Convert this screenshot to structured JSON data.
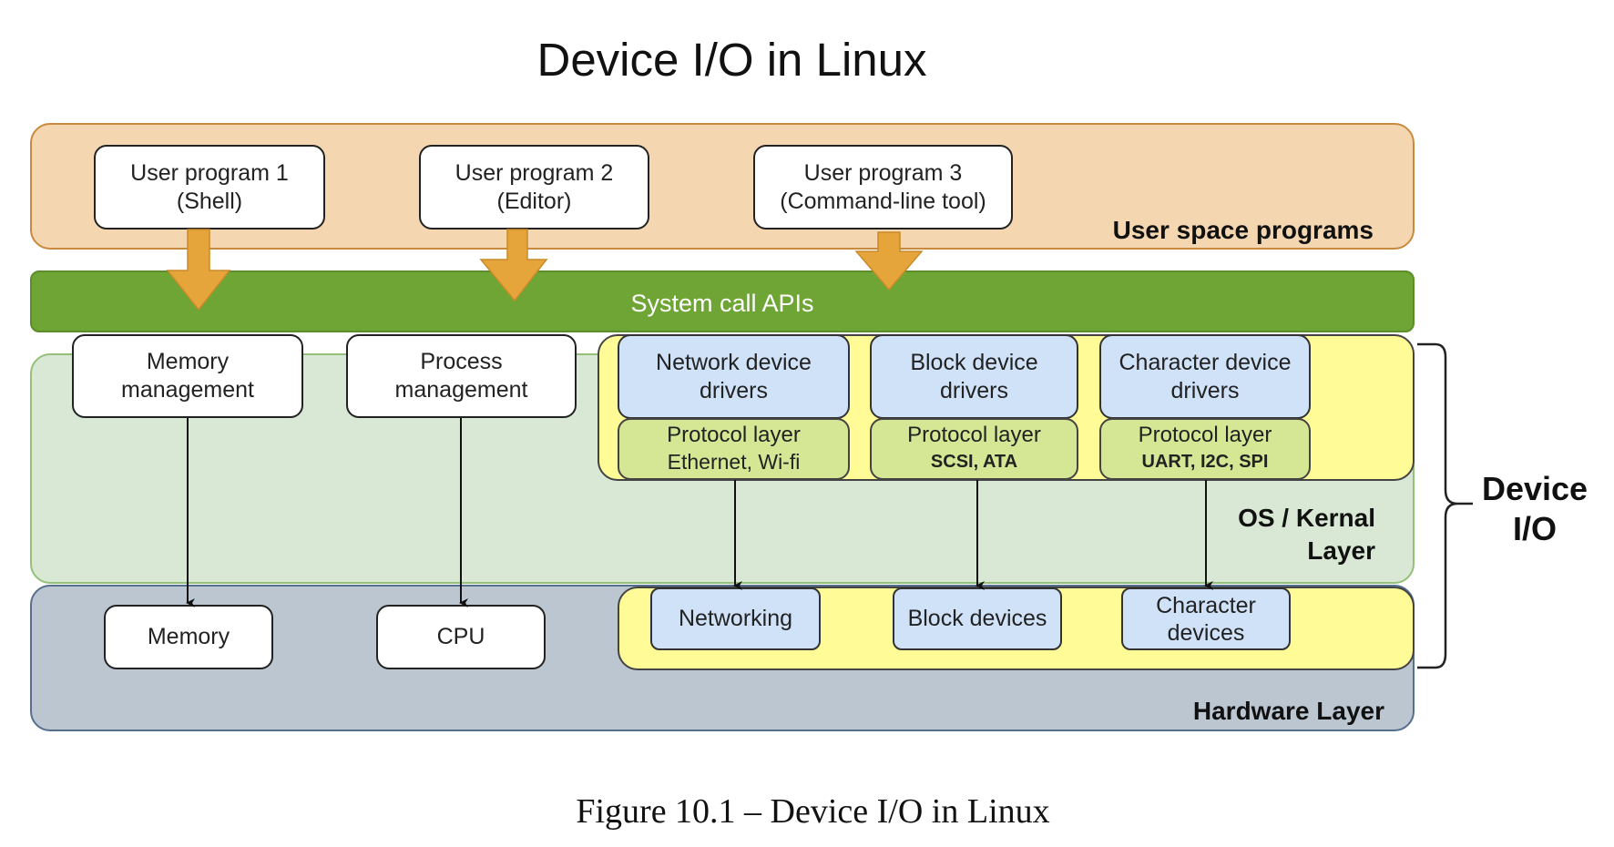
{
  "title": "Device I/O in Linux",
  "caption": "Figure 10.1 – Device I/O in Linux",
  "colors": {
    "user_space": "#f4d7b0",
    "syscall": "#6ea535",
    "kernel": "#d9e8d5",
    "hardware": "#bcc6d1",
    "device_io_region": "#fffc97",
    "driver": "#cfe2f8",
    "protocol": "#d5e794",
    "arrow_orange": "#e6a53a"
  },
  "layers": {
    "user_space": {
      "label": "User space programs"
    },
    "syscall": {
      "label": "System call APIs"
    },
    "kernel": {
      "label_line1": "OS / Kernal",
      "label_line2": "Layer"
    },
    "hardware": {
      "label": "Hardware Layer"
    }
  },
  "user_programs": [
    {
      "line1": "User program 1",
      "line2": "(Shell)"
    },
    {
      "line1": "User program 2",
      "line2": "(Editor)"
    },
    {
      "line1": "User program 3",
      "line2": "(Command-line tool)"
    }
  ],
  "kernel_components": [
    {
      "line1": "Memory",
      "line2": "management"
    },
    {
      "line1": "Process",
      "line2": "management"
    }
  ],
  "drivers": [
    {
      "line1": "Network device",
      "line2": "drivers",
      "protocol_title": "Protocol layer",
      "protocol_detail": "Ethernet, Wi-fi"
    },
    {
      "line1": "Block device",
      "line2": "drivers",
      "protocol_title": "Protocol layer",
      "protocol_detail": "SCSI, ATA"
    },
    {
      "line1": "Character device",
      "line2": "drivers",
      "protocol_title": "Protocol layer",
      "protocol_detail": "UART, I2C, SPI"
    }
  ],
  "hardware_components": [
    {
      "label": "Memory"
    },
    {
      "label": "CPU"
    }
  ],
  "devices": [
    {
      "line1": "Networking"
    },
    {
      "line1": "Block devices"
    },
    {
      "line1": "Character",
      "line2": "devices"
    }
  ],
  "device_io_brace": {
    "line1": "Device",
    "line2": "I/O"
  },
  "connections": [
    {
      "from": "User program 1",
      "to": "System call APIs",
      "style": "block-arrow"
    },
    {
      "from": "User program 2",
      "to": "System call APIs",
      "style": "block-arrow"
    },
    {
      "from": "User program 3",
      "to": "System call APIs",
      "style": "block-arrow"
    },
    {
      "from": "Memory management",
      "to": "Memory",
      "style": "arrow"
    },
    {
      "from": "Process management",
      "to": "CPU",
      "style": "arrow"
    },
    {
      "from": "Network device drivers",
      "to": "Networking",
      "style": "arrow"
    },
    {
      "from": "Block device drivers",
      "to": "Block devices",
      "style": "arrow"
    },
    {
      "from": "Character device drivers",
      "to": "Character devices",
      "style": "arrow"
    }
  ]
}
